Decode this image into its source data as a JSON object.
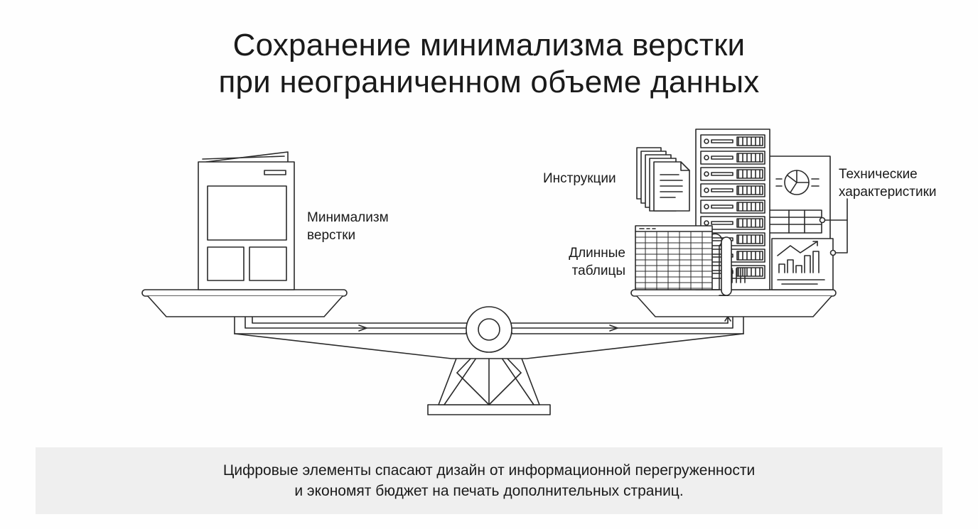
{
  "title": {
    "line1": "Сохранение минимализма верстки",
    "line2": "при неограниченном объеме данных"
  },
  "labels": {
    "minimal_line1": "Минимализм",
    "minimal_line2": "верстки",
    "instructions": "Инструкции",
    "tables_line1": "Длинные",
    "tables_line2": "таблицы",
    "tech_line1": "Технические",
    "tech_line2": "характеристики"
  },
  "caption": {
    "line1": "Цифровые элементы спасают дизайн от информационной перегруженности",
    "line2": "и экономят бюджет на печать дополнительных страниц."
  },
  "colors": {
    "stroke": "#2a2a2a",
    "caption_bg": "#efefef"
  }
}
